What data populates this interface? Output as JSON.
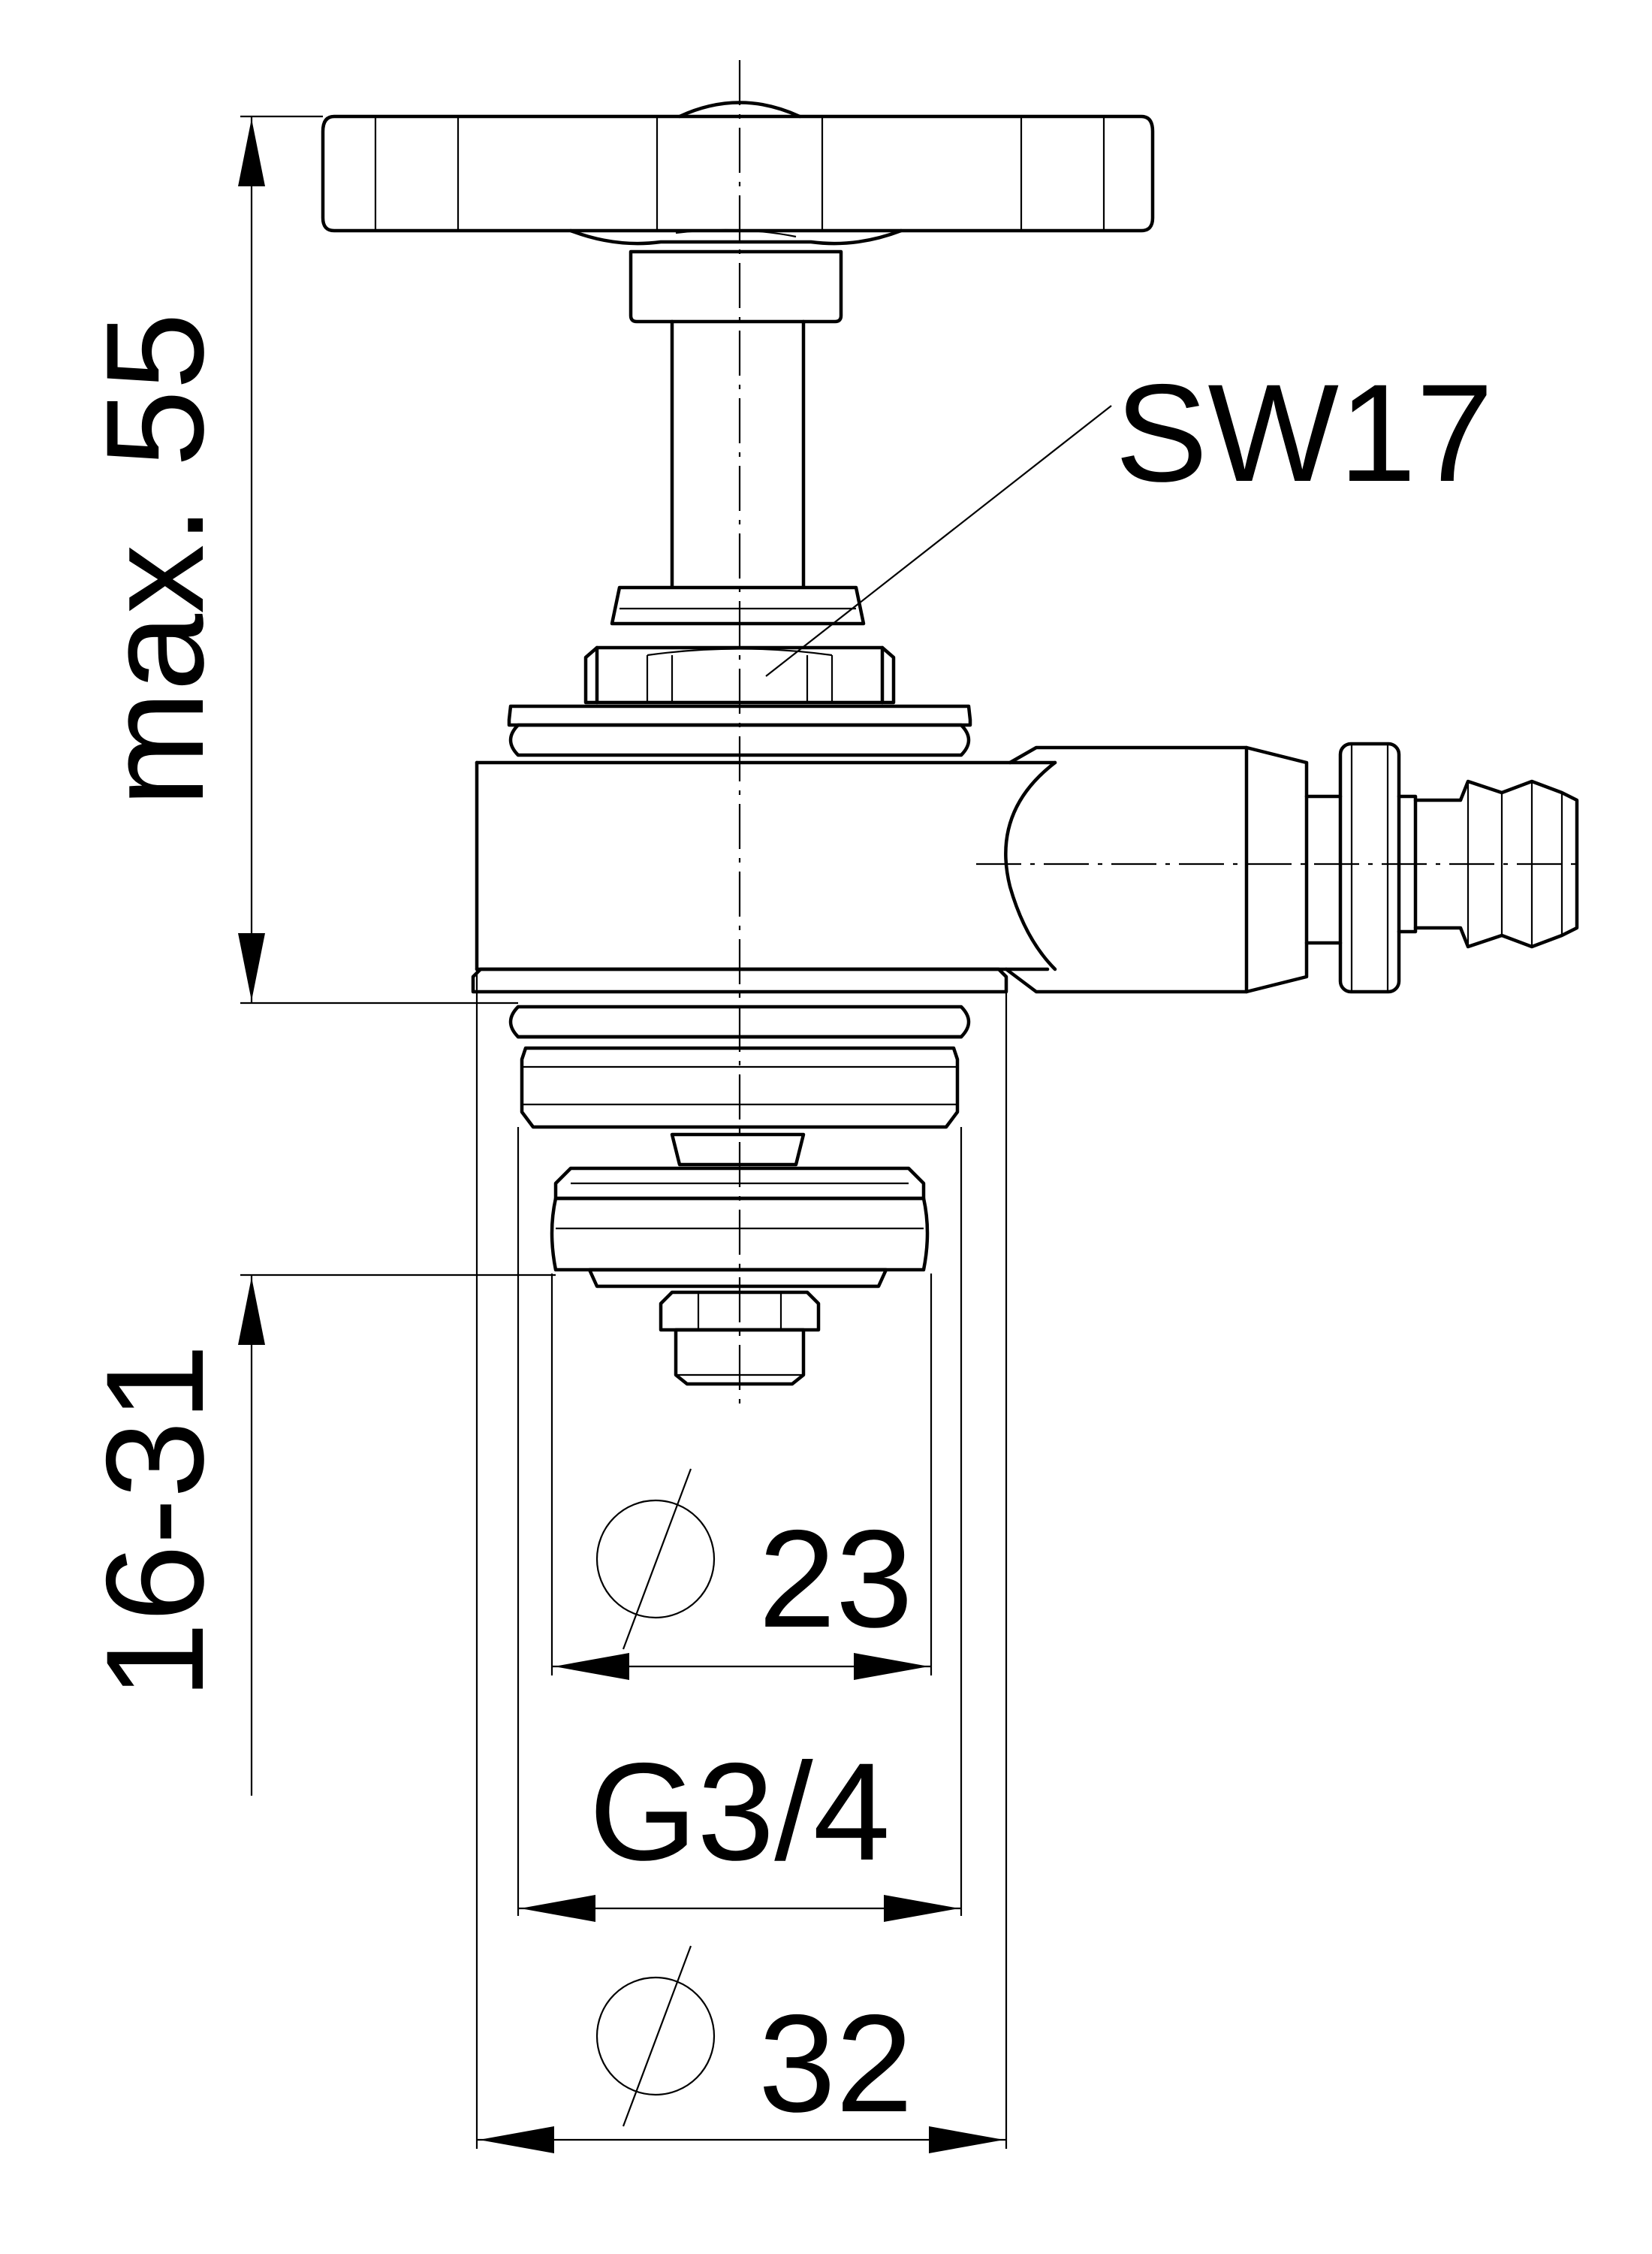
{
  "labels": {
    "height_max": "max. 55",
    "insertion_range": "16-31",
    "wrench_size": "SW17",
    "dia_small": "23",
    "thread": "G3/4",
    "dia_large": "32"
  },
  "symbols": {
    "diameter": "diameter-icon"
  },
  "colors": {
    "line": "#000000",
    "background": "#ffffff"
  }
}
